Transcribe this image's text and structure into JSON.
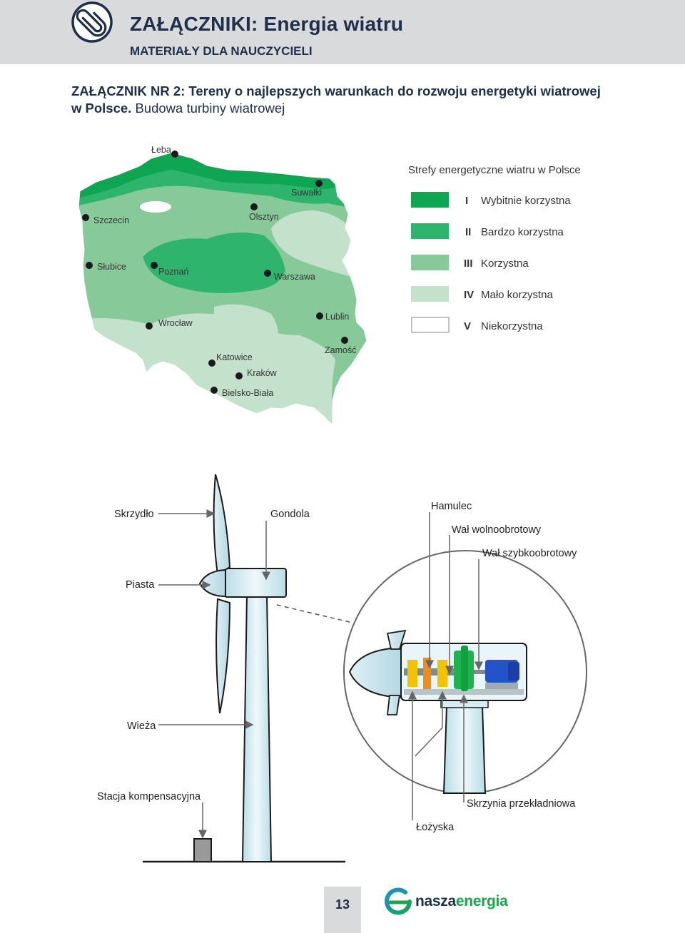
{
  "header": {
    "title": "ZAŁĄCZNIKI: Energia wiatru",
    "subtitle": "MATERIAŁY DLA NAUCZYCIELI",
    "icon": "paperclip-icon"
  },
  "heading": {
    "bold": "ZAŁĄCZNIK NR 2: Tereny o najlepszych warunkach do rozwoju energetyki wiatrowej w Polsce.",
    "normal": "Budowa turbiny wiatrowej"
  },
  "map": {
    "cities": {
      "leba": "Łeba",
      "suwalki": "Suwałki",
      "szczecin": "Szczecin",
      "olsztyn": "Olsztyn",
      "slubice": "Słubice",
      "poznan": "Poznań",
      "warszawa": "Warszawa",
      "lublin": "Lublin",
      "wroclaw": "Wrocław",
      "zamosc": "Zamość",
      "katowice": "Katowice",
      "krakow": "Kraków",
      "bielsko": "Bielsko-Biała"
    },
    "legend": {
      "title": "Strefy energetyczne wiatru w Polsce",
      "items": [
        {
          "numeral": "I",
          "label": "Wybitnie korzystna",
          "color": "#0ea653"
        },
        {
          "numeral": "II",
          "label": "Bardzo korzystna",
          "color": "#2fb46e"
        },
        {
          "numeral": "III",
          "label": "Korzystna",
          "color": "#88c99a"
        },
        {
          "numeral": "IV",
          "label": "Mało korzystna",
          "color": "#c4e2cb"
        },
        {
          "numeral": "V",
          "label": "Niekorzystna",
          "color": "#ffffff"
        }
      ]
    }
  },
  "turbine": {
    "labels": {
      "blade": "Skrzydło",
      "nacelle": "Gondola",
      "hub": "Piasta",
      "tower": "Wieża",
      "station": "Stacja kompensacyjna",
      "brake": "Hamulec",
      "slow_shaft": "Wał wolnoobrotowy",
      "fast_shaft": "Wał szybkoobrotowy",
      "gearbox": "Skrzynia przekładniowa",
      "bearings": "Łożyska"
    }
  },
  "footer": {
    "page_number": "13",
    "logo_part1": "nasza",
    "logo_part2": "energia"
  }
}
